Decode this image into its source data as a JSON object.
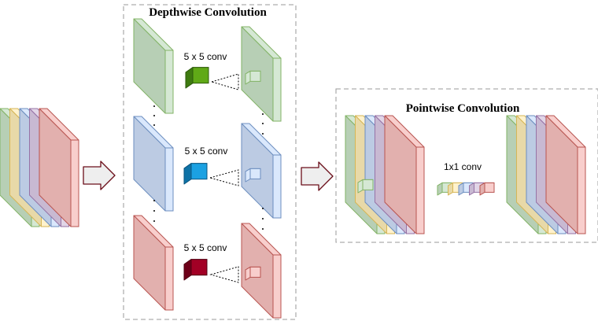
{
  "depthwise": {
    "title": "Depthwise Convolution",
    "conv_labels": [
      "5 x 5 conv",
      "5 x 5 conv",
      "5 x 5 conv"
    ]
  },
  "pointwise": {
    "title": "Pointwise  Convolution",
    "conv_label": "1x1 conv"
  },
  "colors": {
    "green_face": "#d5e8d4",
    "green_side": "#b7cfb5",
    "green_stroke": "#82b366",
    "yellow_face": "#fff2cc",
    "yellow_side": "#e8d9a8",
    "yellow_stroke": "#d6b656",
    "blue_face": "#dae8fc",
    "blue_side": "#bccbe3",
    "blue_stroke": "#6c8ebf",
    "purple_face": "#e1d5e7",
    "purple_side": "#c8b9d2",
    "purple_stroke": "#9673a6",
    "red_face": "#f8cecc",
    "red_side": "#e2b0ae",
    "red_stroke": "#b85450",
    "kernel_green": "#60a917",
    "kernel_blue": "#1ba1e2",
    "kernel_red": "#a20025",
    "arrow_fill": "#eeeeee",
    "arrow_stroke": "#6b0f1a"
  }
}
